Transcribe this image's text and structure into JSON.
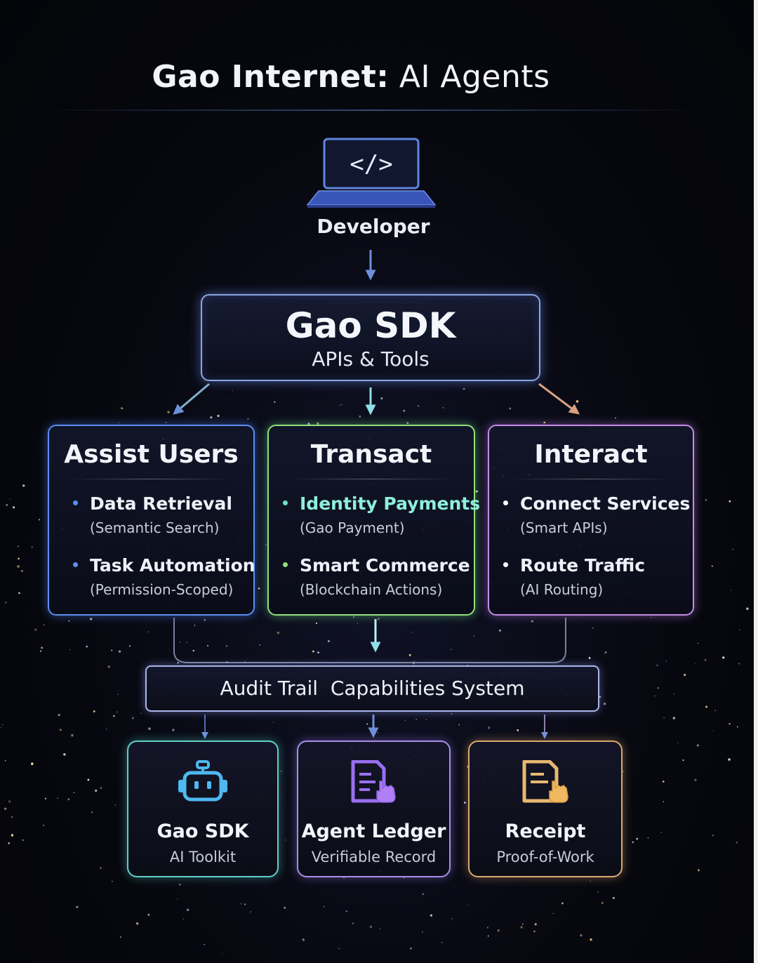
{
  "title": {
    "bold": "Gao Internet:",
    "rest": "AI Agents"
  },
  "developer": {
    "code_glyph": "</>",
    "label": "Developer"
  },
  "sdk": {
    "title": "Gao SDK",
    "subtitle": "APIs & Tools"
  },
  "panels": [
    {
      "title": "Assist Users",
      "accent": "#5b8ff0",
      "items": [
        {
          "main": "Data Retrieval",
          "sub": "(Semantic Search)"
        },
        {
          "main": "Task Automation",
          "sub": "(Permission-Scoped)"
        }
      ]
    },
    {
      "title": "Transact",
      "accent": "#8fe07a",
      "items": [
        {
          "main": "Identity Payments",
          "sub": "(Gao Payment)"
        },
        {
          "main": "Smart Commerce",
          "sub": "(Blockchain Actions)"
        }
      ]
    },
    {
      "title": "Interact",
      "accent": "#c48be8",
      "items": [
        {
          "main": "Connect Services",
          "sub": "(Smart APIs)"
        },
        {
          "main": "Route Traffic",
          "sub": "(AI Routing)"
        }
      ]
    }
  ],
  "audit": {
    "label": "Audit Trail  Capabilities System"
  },
  "cards": [
    {
      "icon": "robot-icon",
      "title": "Gao SDK",
      "subtitle": "AI Toolkit",
      "accent": "#5fd0c8"
    },
    {
      "icon": "document-hand-icon",
      "title": "Agent Ledger",
      "subtitle": "Verifiable Record",
      "accent": "#a98ce8"
    },
    {
      "icon": "receipt-hand-icon",
      "title": "Receipt",
      "subtitle": "Proof-of-Work",
      "accent": "#d8a770"
    }
  ]
}
